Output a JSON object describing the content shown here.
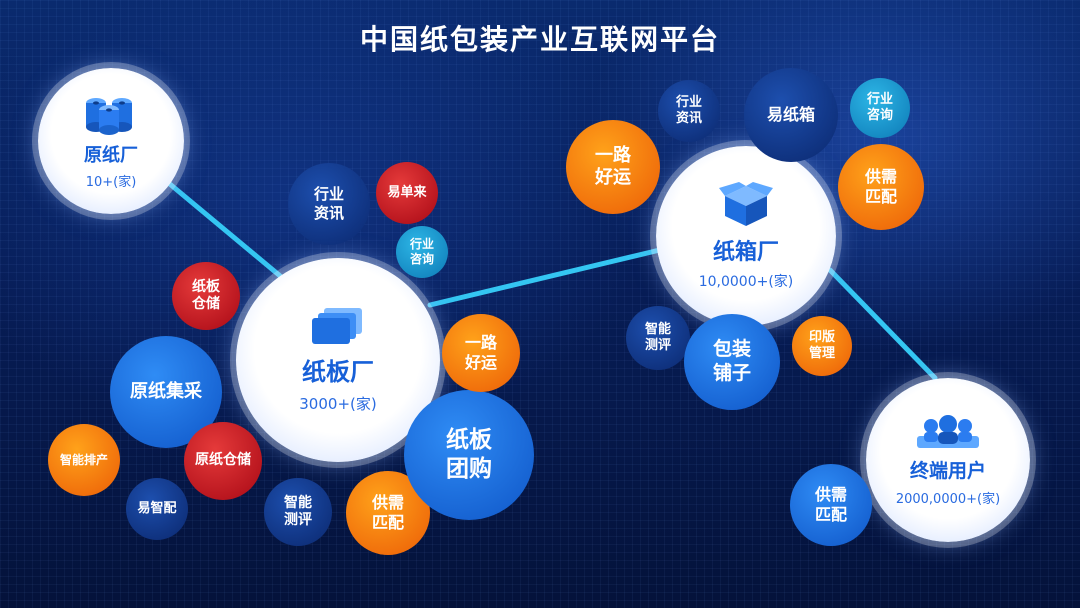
{
  "title": "中国纸包装产业互联网平台",
  "colors": {
    "background": "#071d57",
    "hub_text": "#1760d8",
    "line": "#34c6f2",
    "navy": "#15409a",
    "blue": "#1e74e6",
    "teal": "#1a9fd6",
    "red": "#cc1f27",
    "orange": "#f5830f"
  },
  "hubs": {
    "paper_mill": {
      "name": "原纸厂",
      "count": "10+(家)",
      "icon": "paper-rolls-icon"
    },
    "board_mill": {
      "name": "纸板厂",
      "count": "3000+(家)",
      "icon": "board-sheets-icon"
    },
    "box_factory": {
      "name": "纸箱厂",
      "count": "10,0000+(家)",
      "icon": "box-cube-icon"
    },
    "end_user": {
      "name": "终端用户",
      "count": "2000,0000+(家)",
      "icon": "users-icon"
    }
  },
  "bubbles": {
    "industry_news_left": "行业\n资讯",
    "yidanlai": "易单来",
    "industry_consult_left": "行业\n咨询",
    "board_storage": "纸板\n仓储",
    "raw_paper_purchase": "原纸集采",
    "smart_scheduling": "智能排产",
    "raw_paper_storage": "原纸仓储",
    "yizhipei": "易智配",
    "smart_eval_left": "智能\n测评",
    "supply_demand_left": "供需\n匹配",
    "board_group_buy": "纸板\n团购",
    "logistics_left": "一路\n好运",
    "logistics_right": "一路\n好运",
    "industry_news_right": "行业\n资讯",
    "yizhixiang": "易纸箱",
    "industry_consult_right": "行业\n咨询",
    "supply_demand_right": "供需\n匹配",
    "smart_eval_right": "智能\n测评",
    "packaging_shop": "包装\n铺子",
    "plate_mgmt": "印版\n管理",
    "supply_demand_user": "供需\n匹配"
  }
}
